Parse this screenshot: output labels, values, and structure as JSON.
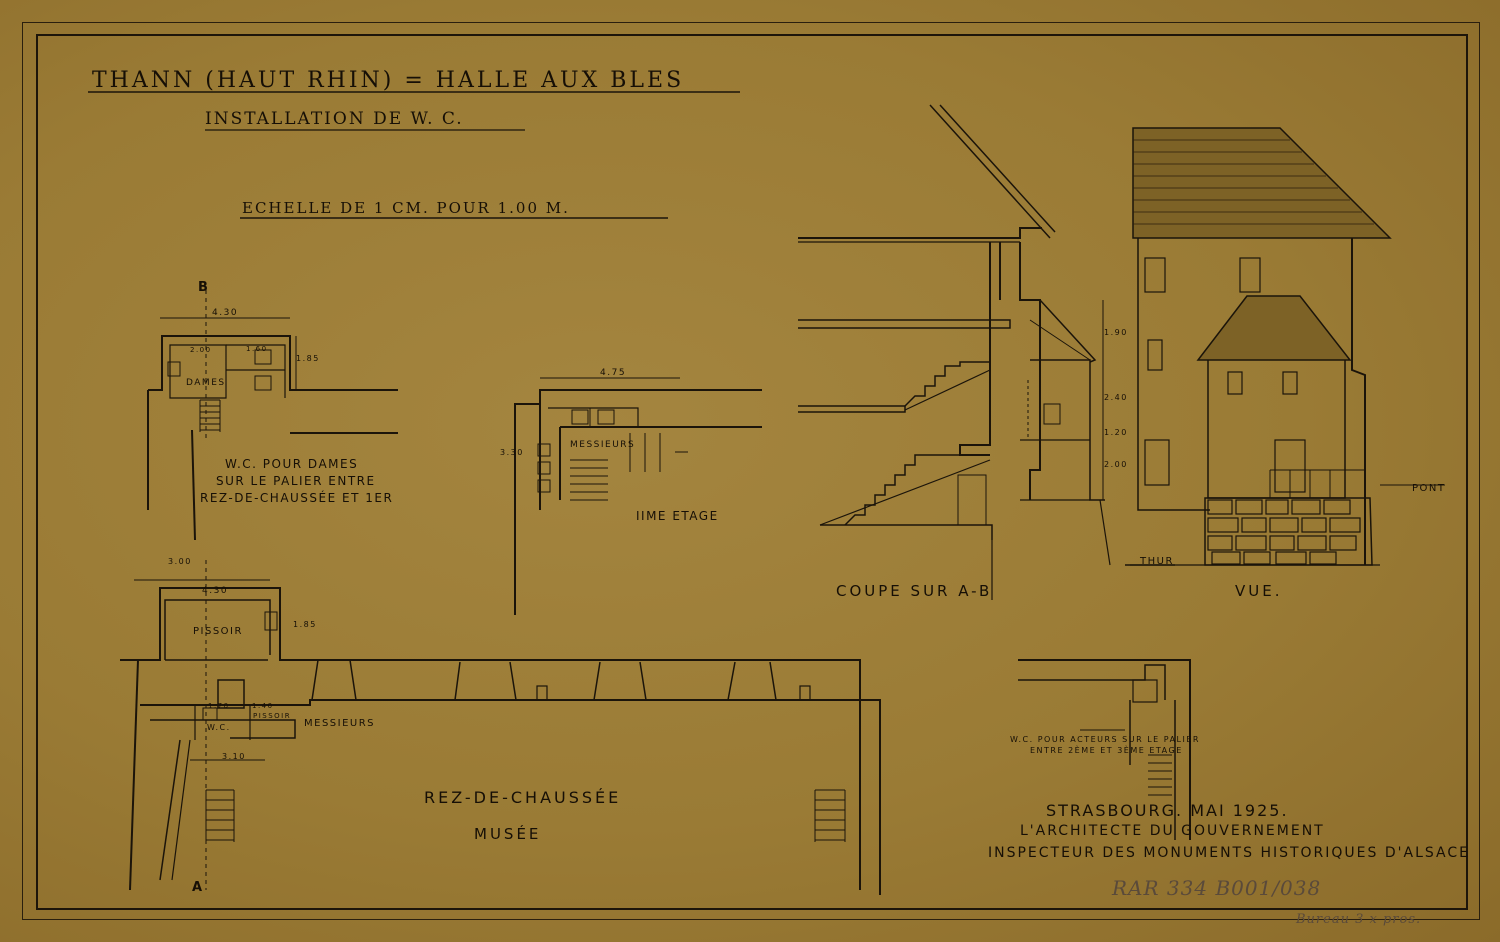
{
  "title": {
    "main": "THANN (HAUT RHIN) = HALLE AUX BLES",
    "sub": "INSTALLATION DE W. C.",
    "scale": "ECHELLE DE 1 CM. POUR 1.00 M."
  },
  "plan_dames": {
    "marker": "B",
    "dim_width": "4.30",
    "dim_a": "2.00",
    "dim_b": "1.60",
    "dim_c": "1.85",
    "room": "DAMES",
    "caption_1": "W.C. POUR DAMES",
    "caption_2": "SUR LE PALIER ENTRE",
    "caption_3": "REZ-DE-CHAUSSÉE ET 1ER"
  },
  "plan_etage2": {
    "dim_width": "4.75",
    "dim_height": "3.30",
    "room": "MESSIEURS",
    "caption": "IIME ETAGE"
  },
  "section": {
    "dim_1": "1.90",
    "dim_2": "2.40",
    "dim_3": "1.20",
    "dim_4": "2.00",
    "label_thur": "THUR",
    "caption": "COUPE SUR A-B"
  },
  "elevation": {
    "label_pont": "PONT",
    "caption": "VUE."
  },
  "plan_rdc": {
    "dim_1": "3.00",
    "dim_2": "4.30",
    "dim_3": "1.85",
    "dim_4": "1.70",
    "dim_5": "1.40",
    "dim_6": "3.10",
    "room_pissoir": "PISSOIR",
    "room_wc": "W.C.",
    "room_pissoir_2": "PISSOIR",
    "room_messieurs": "MESSIEURS",
    "caption": "REZ-DE-CHAUSSÉE",
    "sub_caption": "MUSÉE",
    "marker": "A"
  },
  "plan_acteurs": {
    "caption_1": "W.C. POUR ACTEURS SUR LE PALIER",
    "caption_2": "ENTRE 2ÈME ET 3ÈME ETAGE"
  },
  "signature": {
    "line_1": "STRASBOURG. MAI 1925.",
    "line_2": "L'ARCHITECTE DU GOUVERNEMENT",
    "line_3": "INSPECTEUR DES MONUMENTS HISTORIQUES D'ALSACE"
  },
  "archive": {
    "reference": "RAR 334 B001/038",
    "note": "Bureau 3 x pros."
  },
  "colors": {
    "paper": "#9a7b35",
    "ink": "#1b140a",
    "pencil": "#5a4a3a"
  }
}
